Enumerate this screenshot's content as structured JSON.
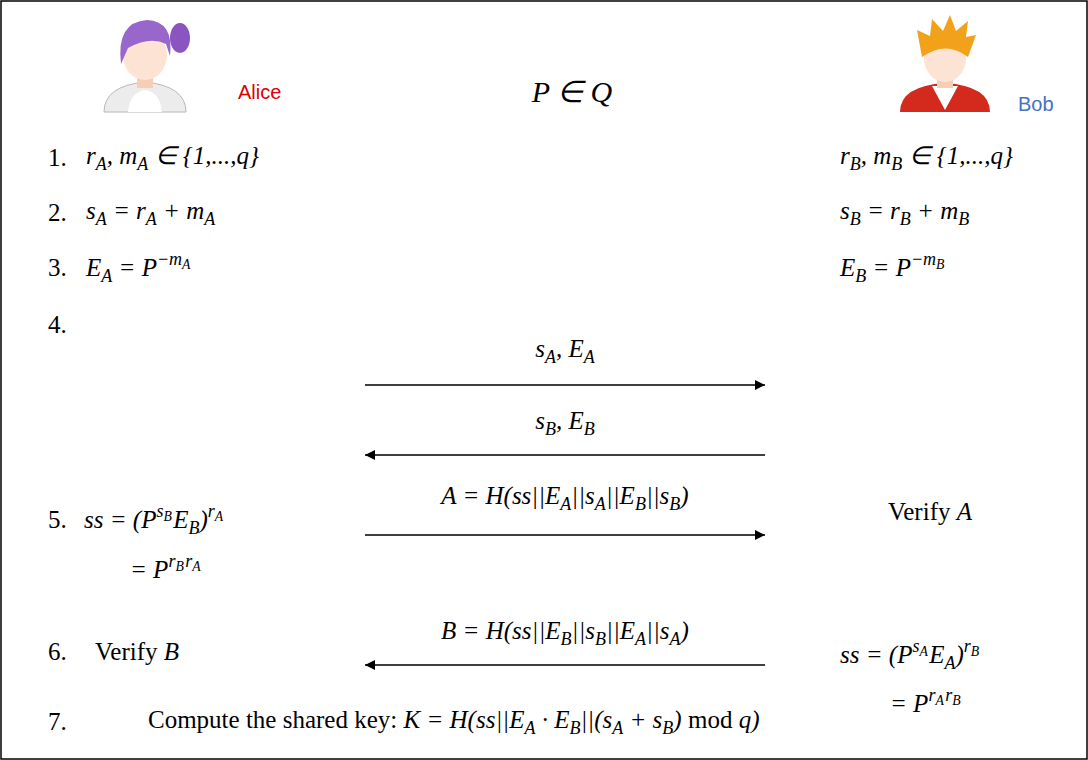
{
  "diagram": {
    "nodes": [
      {
        "text": [
          "Alice"
        ]
      },
      {
        "text": [
          "Bob"
        ]
      }
    ],
    "edges": [
      {
        "from": 0,
        "to": 1,
        "arrow": "to",
        "label": "sA, EA"
      },
      {
        "from": 1,
        "to": 0,
        "arrow": "to",
        "label": "sB, EB"
      },
      {
        "from": 0,
        "to": 1,
        "arrow": "to",
        "label": "A = H(ss||EA||sA||EB||sB)"
      },
      {
        "from": 1,
        "to": 0,
        "arrow": "to",
        "label": "B = H(ss||EB||sB||EA||sA)"
      }
    ],
    "labels": [
      "P ∈ Q",
      "1.",
      "rA, mA ∈ {1,...,q}",
      "rB, mB ∈ {1,...,q}",
      "2.",
      "sA = rA + mA",
      "sB = rB + mB",
      "3.",
      "EA = P−mA",
      "EB = P−mB",
      "4.",
      "5.",
      "ss = (PsBEB)rA",
      "= PrBrA",
      "Verify A",
      "6.",
      "Verify B",
      "ss = (PsAEA)rB",
      "= PrArB",
      "7.",
      "Compute the shared key: K = H(ss||EA · EB||(sA + sB) mod q)"
    ]
  }
}
